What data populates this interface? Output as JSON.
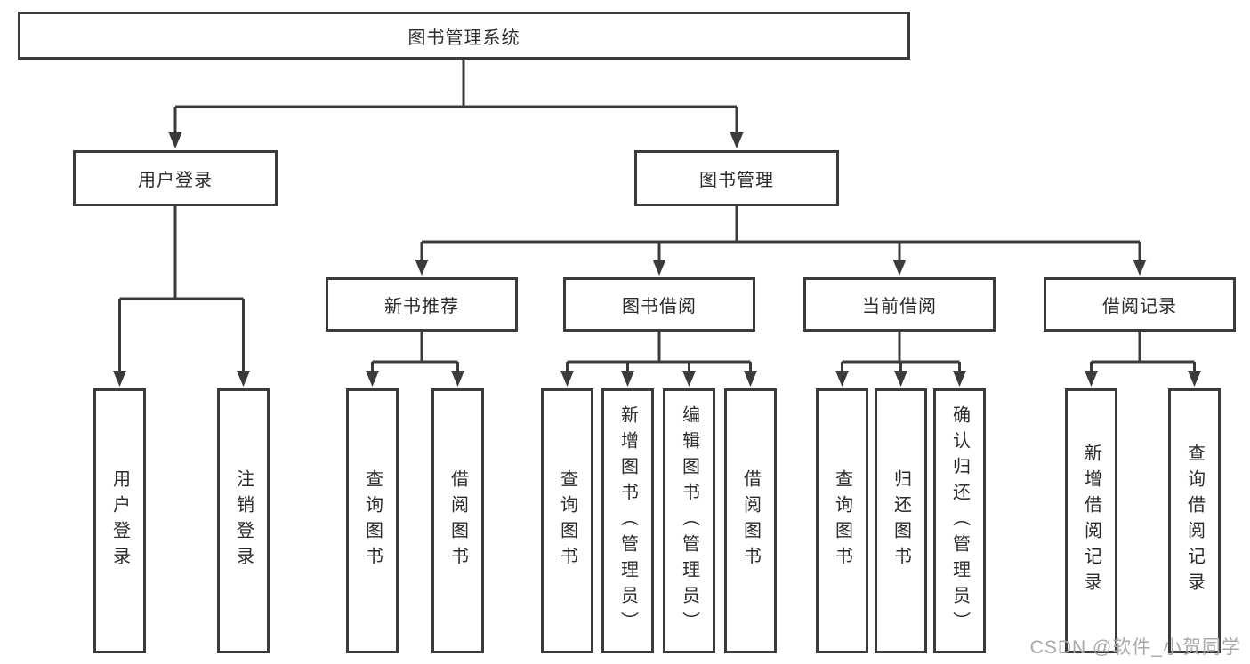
{
  "diagram_title": "图书管理系统",
  "tree": {
    "label": "图书管理系统",
    "children": [
      {
        "label": "用户登录",
        "children": [
          {
            "label": "用户登录"
          },
          {
            "label": "注销登录"
          }
        ]
      },
      {
        "label": "图书管理",
        "children": [
          {
            "label": "新书推荐",
            "children": [
              {
                "label": "查询图书"
              },
              {
                "label": "借阅图书"
              }
            ]
          },
          {
            "label": "图书借阅",
            "children": [
              {
                "label": "查询图书"
              },
              {
                "label": "新增图书（管理员）"
              },
              {
                "label": "编辑图书（管理员）"
              },
              {
                "label": "借阅图书"
              }
            ]
          },
          {
            "label": "当前借阅",
            "children": [
              {
                "label": "查询图书"
              },
              {
                "label": "归还图书"
              },
              {
                "label": "确认归还（管理员）"
              }
            ]
          },
          {
            "label": "借阅记录",
            "children": [
              {
                "label": "新增借阅记录"
              },
              {
                "label": "查询借阅记录"
              }
            ]
          }
        ]
      }
    ]
  },
  "watermark": {
    "text": "CSDN @软件_小贺同学"
  },
  "colors": {
    "line": "#3b3b3b",
    "box_border": "#3b3b3b",
    "box_background": "#ffffff",
    "text": "#2b2b2b",
    "watermark_text": "#a9a9a9",
    "page_background": "#ffffff"
  }
}
